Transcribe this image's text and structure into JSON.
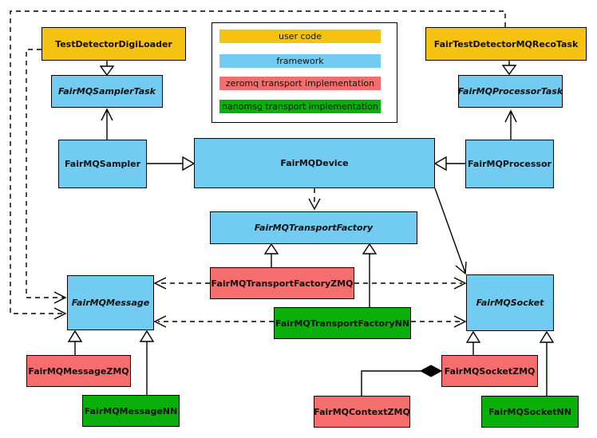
{
  "diagram": {
    "kind": "UML class diagram",
    "subject": "FairMQ framework transport classes"
  },
  "colors": {
    "user_code": "#F5C211",
    "framework": "#72CBF1",
    "zeromq": "#F56D6D",
    "nanomsg": "#0AAF0A",
    "outline": "#000000",
    "background": "#FFFFFF"
  },
  "legend": {
    "items": [
      {
        "label": "user code",
        "category": "user_code"
      },
      {
        "label": "framework",
        "category": "framework"
      },
      {
        "label": "zeromq transport implementation",
        "category": "zeromq"
      },
      {
        "label": "nanomsg transport implementation",
        "category": "nanomsg"
      }
    ]
  },
  "nodes": {
    "digiloader": {
      "label": "TestDetectorDigiLoader",
      "category": "user_code",
      "abstract": false
    },
    "samplertask": {
      "label": "FairMQSamplerTask",
      "category": "framework",
      "abstract": true
    },
    "recotask": {
      "label": "FairTestDetectorMQRecoTask",
      "category": "user_code",
      "abstract": false
    },
    "processortask": {
      "label": "FairMQProcessorTask",
      "category": "framework",
      "abstract": true
    },
    "sampler": {
      "label": "FairMQSampler",
      "category": "framework",
      "abstract": false
    },
    "device": {
      "label": "FairMQDevice",
      "category": "framework",
      "abstract": false
    },
    "processor": {
      "label": "FairMQProcessor",
      "category": "framework",
      "abstract": false
    },
    "transportfactory": {
      "label": "FairMQTransportFactory",
      "category": "framework",
      "abstract": true
    },
    "tfzmq": {
      "label": "FairMQTransportFactoryZMQ",
      "category": "zeromq",
      "abstract": false
    },
    "tfnn": {
      "label": "FairMQTransportFactoryNN",
      "category": "nanomsg",
      "abstract": false
    },
    "message": {
      "label": "FairMQMessage",
      "category": "framework",
      "abstract": true
    },
    "socket": {
      "label": "FairMQSocket",
      "category": "framework",
      "abstract": true
    },
    "messagezmq": {
      "label": "FairMQMessageZMQ",
      "category": "zeromq",
      "abstract": false
    },
    "messagenn": {
      "label": "FairMQMessageNN",
      "category": "nanomsg",
      "abstract": false
    },
    "socketzmq": {
      "label": "FairMQSocketZMQ",
      "category": "zeromq",
      "abstract": false
    },
    "contextzmq": {
      "label": "FairMQContextZMQ",
      "category": "zeromq",
      "abstract": false
    },
    "socketnn": {
      "label": "FairMQSocketNN",
      "category": "nanomsg",
      "abstract": false
    }
  },
  "relations": [
    {
      "from": "TestDetectorDigiLoader",
      "to": "FairMQSamplerTask",
      "type": "generalization-hollow-triangle"
    },
    {
      "from": "FairTestDetectorMQRecoTask",
      "to": "FairMQProcessorTask",
      "type": "generalization-hollow-triangle"
    },
    {
      "from": "FairMQSampler",
      "to": "FairMQSamplerTask",
      "type": "association-open-arrow"
    },
    {
      "from": "FairMQProcessor",
      "to": "FairMQProcessorTask",
      "type": "association-open-arrow"
    },
    {
      "from": "FairMQSampler",
      "to": "FairMQDevice",
      "type": "generalization-hollow-triangle"
    },
    {
      "from": "FairMQProcessor",
      "to": "FairMQDevice",
      "type": "generalization-hollow-triangle"
    },
    {
      "from": "FairMQDevice",
      "to": "FairMQTransportFactory",
      "type": "dependency-dashed-open-arrow"
    },
    {
      "from": "FairMQDevice",
      "to": "FairMQSocket",
      "type": "association-open-arrow"
    },
    {
      "from": "FairMQTransportFactoryZMQ",
      "to": "FairMQTransportFactory",
      "type": "generalization-hollow-triangle"
    },
    {
      "from": "FairMQTransportFactoryNN",
      "to": "FairMQTransportFactory",
      "type": "generalization-hollow-triangle"
    },
    {
      "from": "FairMQTransportFactoryZMQ",
      "to": "FairMQMessage",
      "type": "dependency-dashed-open-arrow"
    },
    {
      "from": "FairMQTransportFactoryZMQ",
      "to": "FairMQSocket",
      "type": "dependency-dashed-open-arrow"
    },
    {
      "from": "FairMQTransportFactoryNN",
      "to": "FairMQMessage",
      "type": "dependency-dashed-open-arrow"
    },
    {
      "from": "FairMQTransportFactoryNN",
      "to": "FairMQSocket",
      "type": "dependency-dashed-open-arrow"
    },
    {
      "from": "TestDetectorDigiLoader",
      "to": "FairMQMessage",
      "type": "dependency-dashed-open-arrow"
    },
    {
      "from": "FairTestDetectorMQRecoTask",
      "to": "FairMQMessage",
      "type": "dependency-dashed-open-arrow"
    },
    {
      "from": "FairMQMessageZMQ",
      "to": "FairMQMessage",
      "type": "generalization-hollow-triangle"
    },
    {
      "from": "FairMQMessageNN",
      "to": "FairMQMessage",
      "type": "generalization-hollow-triangle"
    },
    {
      "from": "FairMQSocketZMQ",
      "to": "FairMQSocket",
      "type": "generalization-hollow-triangle"
    },
    {
      "from": "FairMQSocketNN",
      "to": "FairMQSocket",
      "type": "generalization-hollow-triangle"
    },
    {
      "from": "FairMQContextZMQ",
      "to": "FairMQSocketZMQ",
      "type": "composition-filled-diamond"
    }
  ]
}
